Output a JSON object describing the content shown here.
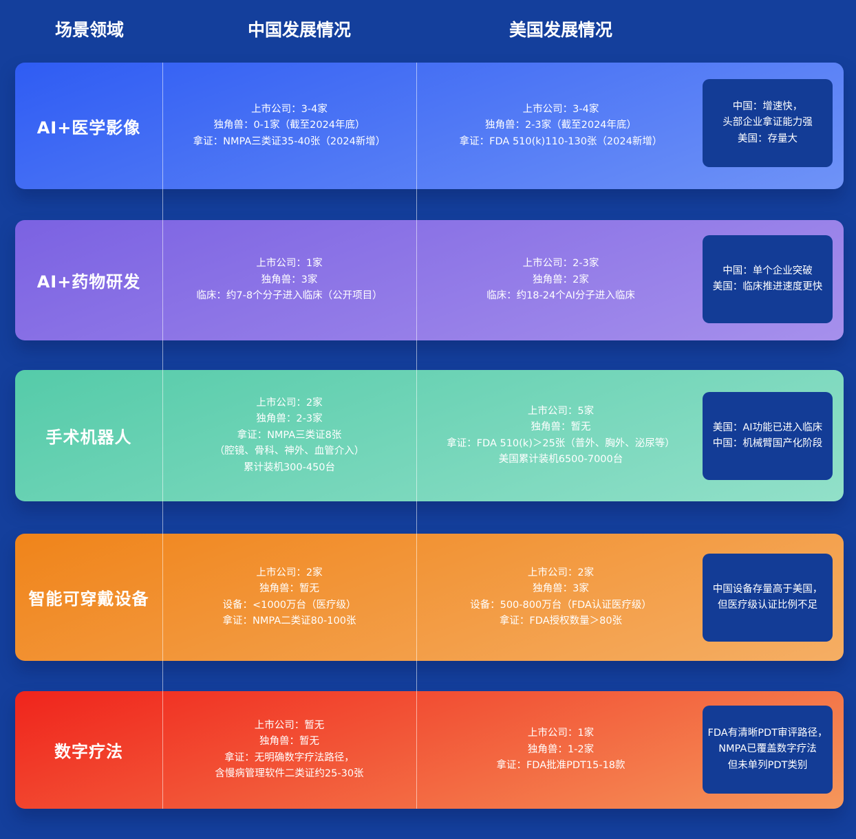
{
  "headers": {
    "domain": "场景领域",
    "china": "中国发展情况",
    "usa": "美国发展情况"
  },
  "rows": [
    {
      "label": "AI+医学影像",
      "china": [
        "上市公司：3-4家",
        "独角兽：0-1家（截至2024年底）",
        "拿证：NMPA三类证35-40张（2024新增）"
      ],
      "usa": [
        "上市公司：3-4家",
        "独角兽：2-3家（截至2024年底）",
        "拿证：FDA 510(k)110-130张（2024新增）"
      ],
      "note": [
        "中国：增速快，",
        "头部企业拿证能力强",
        "美国：存量大"
      ],
      "colors": [
        "#2f5cf3",
        "#6f93f7"
      ]
    },
    {
      "label": "AI+药物研发",
      "china": [
        "上市公司：1家",
        "独角兽：3家",
        "临床：约7-8个分子进入临床（公开项目）"
      ],
      "usa": [
        "上市公司：2-3家",
        "独角兽：2家",
        "临床：约18-24个AI分子进入临床"
      ],
      "note": [
        "中国：单个企业突破",
        "美国：临床推进速度更快"
      ],
      "colors": [
        "#7b62e2",
        "#a690ec"
      ]
    },
    {
      "label": "手术机器人",
      "china": [
        "上市公司：2家",
        "独角兽：2-3家",
        "拿证：NMPA三类证8张",
        "（腔镜、骨科、神外、血管介入）",
        "累计装机300-450台"
      ],
      "usa": [
        "上市公司：5家",
        "独角兽：暂无",
        "拿证：FDA 510(k)＞25张（普外、胸外、泌尿等）",
        "美国累计装机6500-7000台"
      ],
      "note": [
        "美国：AI功能已进入临床",
        "中国：机械臂国产化阶段"
      ],
      "colors": [
        "#55cba9",
        "#92e0c9"
      ]
    },
    {
      "label": "智能可穿戴设备",
      "china": [
        "上市公司：2家",
        "独角兽：暂无",
        "设备：<1000万台（医疗级）",
        "拿证：NMPA二类证80-100张"
      ],
      "usa": [
        "上市公司：2家",
        "独角兽：3家",
        "设备：500-800万台（FDA认证医疗级）",
        "拿证：FDA授权数量＞80张"
      ],
      "note": [
        "中国设备存量高于美国，",
        "但医疗级认证比例不足"
      ],
      "colors": [
        "#f0841a",
        "#f5ae64"
      ]
    },
    {
      "label": "数字疗法",
      "china": [
        "上市公司：暂无",
        "独角兽：暂无",
        "拿证：无明确数字疗法路径，",
        "含慢病管理软件二类证约25-30张"
      ],
      "usa": [
        "上市公司：1家",
        "独角兽：1-2家",
        "拿证：FDA批准PDT15-18款"
      ],
      "note": [
        "FDA有清晰PDT审评路径，",
        "NMPA已覆盖数字疗法",
        "但未单列PDT类别"
      ],
      "colors": [
        "#f0241c",
        "#f5975b"
      ]
    }
  ]
}
